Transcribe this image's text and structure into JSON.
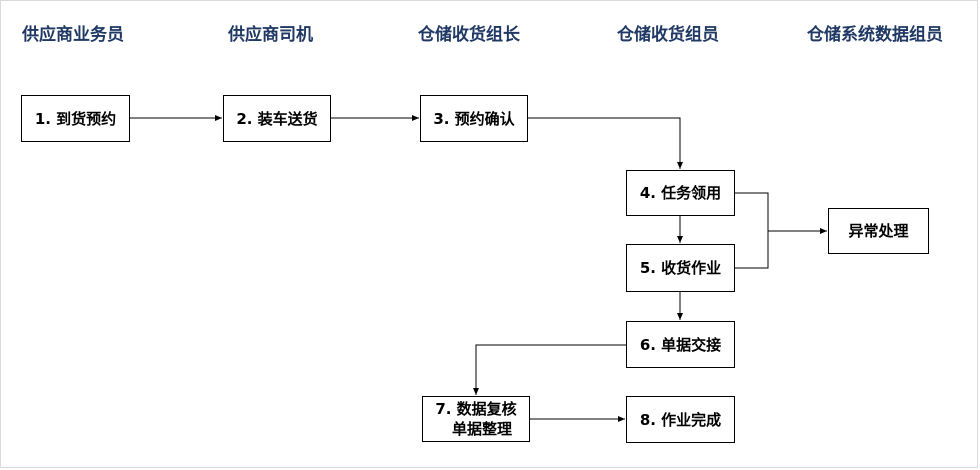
{
  "lanes": [
    "供应商业务员",
    "供应商司机",
    "仓储收货组长",
    "仓储收货组员",
    "仓储系统数据组员"
  ],
  "nodes": {
    "n1": "1. 到货预约",
    "n2": "2. 装车送货",
    "n3": "3. 预约确认",
    "n4": "4. 任务领用",
    "n5": "5. 收货作业",
    "n6": "6. 单据交接",
    "n7_line1": "7. 数据复核",
    "n7_line2": "单据整理",
    "n8": "8. 作业完成",
    "exception": "异常处理"
  },
  "colors": {
    "lane_header": "#1f3864",
    "line": "#000000"
  }
}
